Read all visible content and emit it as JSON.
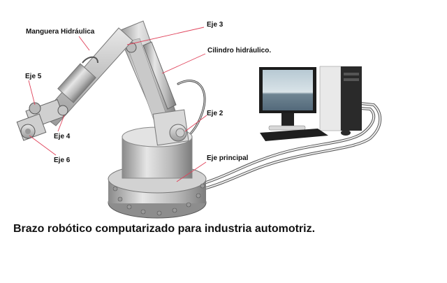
{
  "diagram": {
    "title": "Brazo robótico computarizado para industria automotriz.",
    "leader_color": "#e0425a",
    "labels": {
      "manguera": "Manguera Hidráulica",
      "eje3": "Eje 3",
      "cilindro": "Cilindro hidráulico.",
      "eje5": "Eje 5",
      "eje2": "Eje 2",
      "eje4": "Eje 4",
      "eje6": "Eje 6",
      "eje_principal": "Eje principal"
    },
    "components": [
      "robotic-arm",
      "computer-monitor",
      "computer-tower",
      "keyboard",
      "mouse",
      "cables"
    ]
  }
}
